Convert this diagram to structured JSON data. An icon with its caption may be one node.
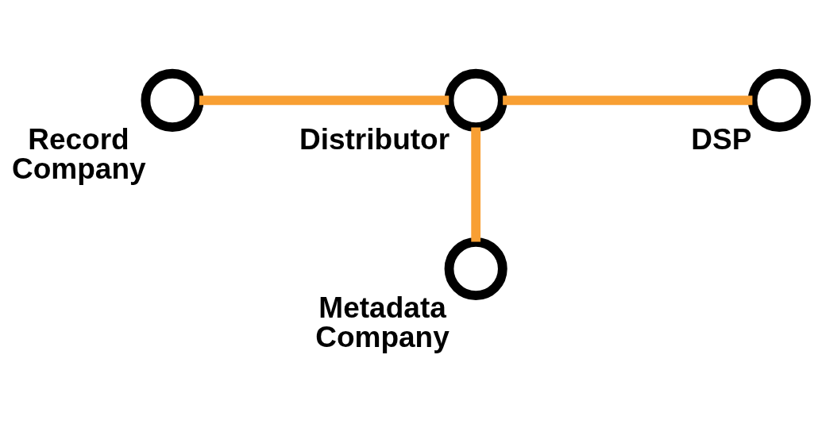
{
  "diagram": {
    "nodes": [
      {
        "text": [],
        "shape": "circle",
        "beside": [
          "Record Company"
        ]
      },
      {
        "text": [],
        "shape": "circle",
        "beside": [
          "Distributor"
        ]
      },
      {
        "text": [],
        "shape": "circle",
        "beside": [
          "DSP"
        ]
      },
      {
        "text": [],
        "shape": "circle",
        "beside": [
          "Metadata Company"
        ]
      }
    ],
    "edges": [
      {
        "from": 0,
        "to": 1,
        "arrow": "none"
      },
      {
        "from": 1,
        "to": 2,
        "arrow": "none"
      },
      {
        "from": 1,
        "to": 3,
        "arrow": "none"
      }
    ]
  }
}
